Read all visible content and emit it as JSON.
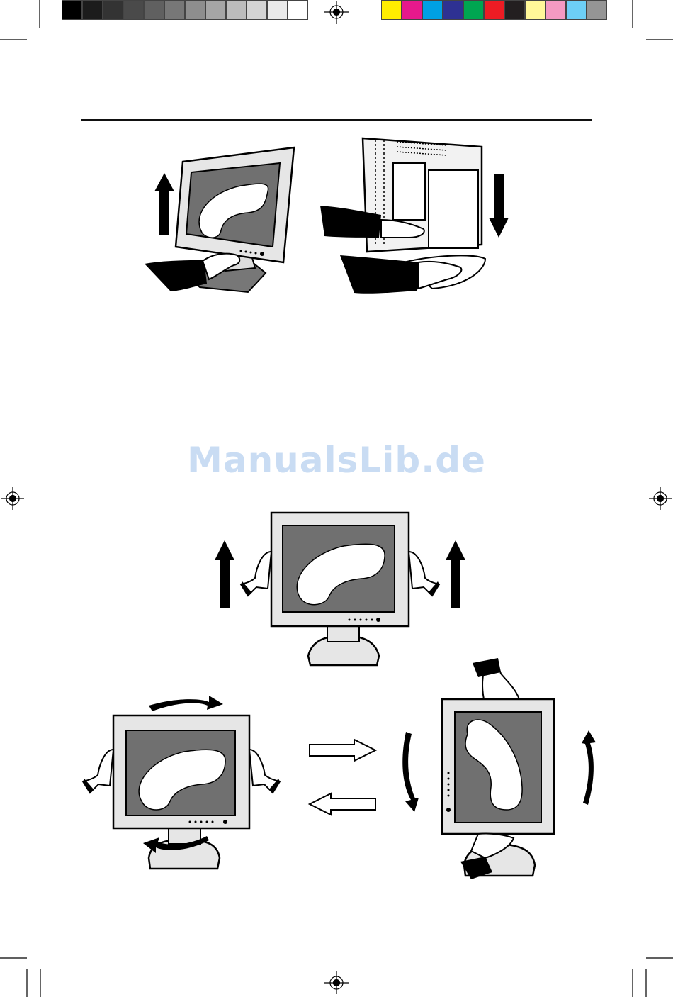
{
  "watermark": {
    "text": "ManualsLib.de"
  },
  "color_bar": {
    "grayscale": [
      "#000000",
      "#1c1c1c",
      "#333333",
      "#4a4a4a",
      "#606060",
      "#777777",
      "#8e8e8e",
      "#a5a5a5",
      "#bcbcbc",
      "#d3d3d3",
      "#eaeaea",
      "#ffffff"
    ],
    "process": [
      "#ffec00",
      "#e6198c",
      "#00a0e3",
      "#2e3192",
      "#00a651",
      "#ed1c24",
      "#231f20",
      "#fff799",
      "#f49ac2",
      "#6dcff6",
      "#959595"
    ]
  },
  "figures": [
    {
      "id": "height-adjust-front",
      "icon": "monitor-raise-icon"
    },
    {
      "id": "stand-release-rear",
      "icon": "stand-lock-icon"
    },
    {
      "id": "tilt-lift",
      "icon": "monitor-lift-icon"
    },
    {
      "id": "swivel",
      "icon": "monitor-swivel-icon"
    },
    {
      "id": "pivot-portrait",
      "icon": "monitor-pivot-icon"
    }
  ]
}
